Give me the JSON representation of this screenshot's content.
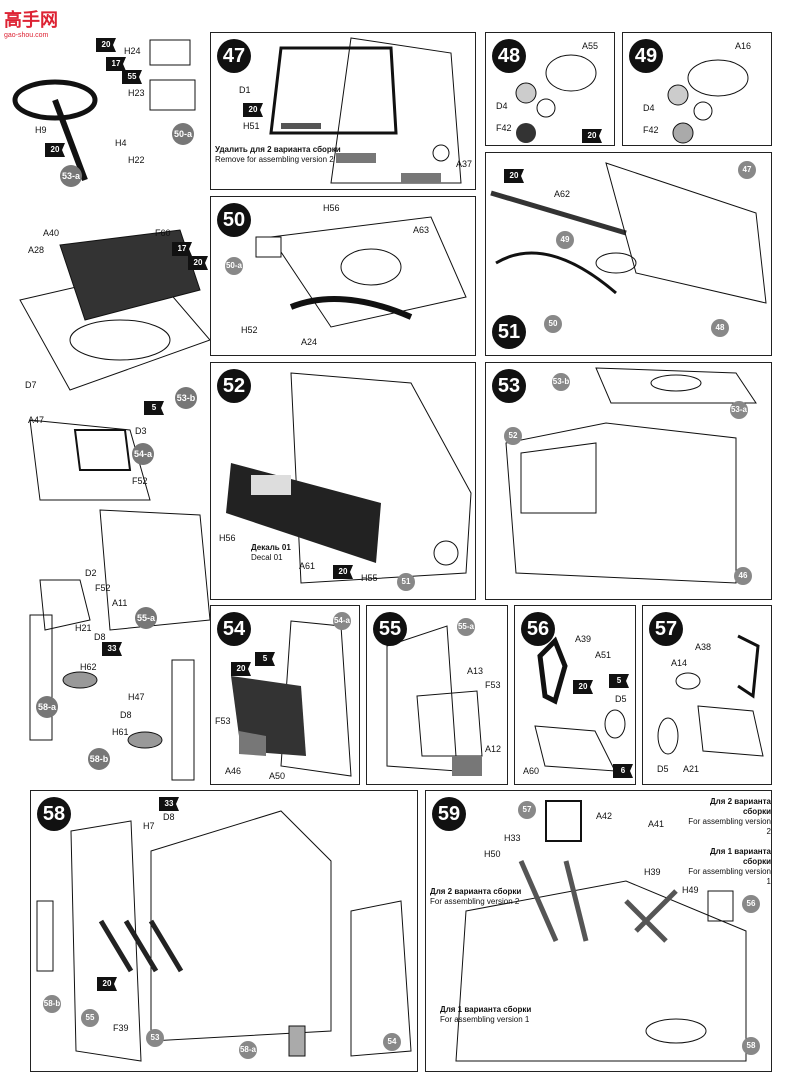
{
  "watermark": {
    "cn": "高手网",
    "url": "gao-shou.com"
  },
  "left_column": {
    "labels": [
      "H24",
      "H23",
      "H9",
      "H4",
      "H22",
      "A40",
      "F60",
      "A28",
      "D7",
      "A47",
      "D3",
      "F52",
      "D2",
      "F52",
      "A11",
      "H21",
      "D8",
      "H62",
      "H47",
      "D8",
      "H61"
    ],
    "refs": [
      "50-a",
      "53-a",
      "53-b",
      "54-a",
      "55-a",
      "58-a",
      "58-b"
    ],
    "paint": [
      "20",
      "17",
      "55",
      "20",
      "17",
      "20",
      "5",
      "33"
    ]
  },
  "steps": {
    "s47": {
      "num": "47",
      "labels": [
        "D1",
        "H51",
        "A37"
      ],
      "paint": [
        "20"
      ],
      "note_ru": "Удалить для 2 варианта сборки",
      "note_en": "Remove for assembling version 2"
    },
    "s48": {
      "num": "48",
      "labels": [
        "A55",
        "D4",
        "F42"
      ],
      "paint": [
        "20"
      ]
    },
    "s49": {
      "num": "49",
      "labels": [
        "A16",
        "D4",
        "F42"
      ]
    },
    "s50": {
      "num": "50",
      "labels": [
        "H56",
        "A63",
        "H52",
        "A24"
      ],
      "refs": [
        "50-a"
      ]
    },
    "s51": {
      "num": "51",
      "labels": [
        "A62"
      ],
      "refs": [
        "47",
        "49",
        "48",
        "50"
      ],
      "paint": [
        "20"
      ]
    },
    "s52": {
      "num": "52",
      "labels": [
        "H56",
        "A61",
        "H55"
      ],
      "refs": [
        "51"
      ],
      "paint": [
        "20"
      ],
      "decal_ru": "Декаль 01",
      "decal_en": "Decal 01"
    },
    "s53": {
      "num": "53",
      "refs": [
        "53-b",
        "52",
        "53-a",
        "46"
      ]
    },
    "s54": {
      "num": "54",
      "labels": [
        "F53",
        "A46",
        "A50"
      ],
      "refs": [
        "54-a"
      ],
      "paint": [
        "20",
        "5"
      ]
    },
    "s55": {
      "num": "55",
      "labels": [
        "A13",
        "F53",
        "A12"
      ],
      "refs": [
        "55-a"
      ]
    },
    "s56": {
      "num": "56",
      "labels": [
        "A39",
        "A51",
        "D5",
        "A60"
      ],
      "paint": [
        "20",
        "5",
        "6"
      ]
    },
    "s57": {
      "num": "57",
      "labels": [
        "A38",
        "A14",
        "D5",
        "A21"
      ]
    },
    "s58": {
      "num": "58",
      "labels": [
        "H7",
        "D8",
        "F39"
      ],
      "refs": [
        "58-b",
        "55",
        "53",
        "58-a",
        "54"
      ],
      "paint": [
        "33",
        "20"
      ]
    },
    "s59": {
      "num": "59",
      "labels": [
        "H33",
        "H50",
        "A42",
        "A41",
        "H39",
        "H49"
      ],
      "refs": [
        "57",
        "56",
        "58"
      ],
      "notes": [
        {
          "ru": "Для 2 варианта сборки",
          "en": "For assembling version 2"
        },
        {
          "ru": "Для 1 варианта сборки",
          "en": "For assembling version 1"
        },
        {
          "ru": "Для 2 варианта сборки",
          "en": "For assembling version 2"
        },
        {
          "ru": "Для 1 варианта сборки",
          "en": "For assembling version 1"
        }
      ]
    }
  }
}
